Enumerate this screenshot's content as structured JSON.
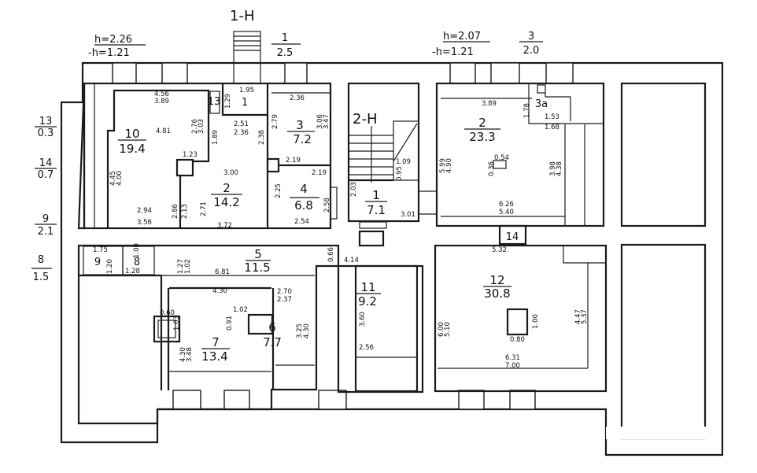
{
  "units": {
    "u1": "1-Н",
    "u2": "2-Н"
  },
  "heights": {
    "left": {
      "h": "h=2.26",
      "neg_h": "-h=1.21"
    },
    "right": {
      "h": "h=2.07",
      "neg_h": "-h=1.21"
    }
  },
  "outside": [
    {
      "num": "1",
      "area": "2.5"
    },
    {
      "num": "3",
      "area": "2.0"
    },
    {
      "num": "13",
      "area": "0.3"
    },
    {
      "num": "14",
      "area": "0.7"
    },
    {
      "num": "9",
      "area": "2.1"
    },
    {
      "num": "8",
      "area": "1.5"
    }
  ],
  "rooms": {
    "u1": [
      {
        "num": "1"
      },
      {
        "num": "2",
        "area": "14.2"
      },
      {
        "num": "3",
        "area": "7.2"
      },
      {
        "num": "4",
        "area": "6.8"
      },
      {
        "num": "5",
        "area": "11.5"
      },
      {
        "num": "6",
        "area": "7.7"
      },
      {
        "num": "7",
        "area": "13.4"
      },
      {
        "num": "8"
      },
      {
        "num": "9"
      },
      {
        "num": "10",
        "area": "19.4"
      },
      {
        "num": "11",
        "area": "9.2"
      },
      {
        "num": "12",
        "area": "30.8"
      },
      {
        "num": "13"
      },
      {
        "num": "14"
      }
    ],
    "u2": [
      {
        "num": "1",
        "area": "7.1"
      },
      {
        "num": "2",
        "area": "23.3"
      },
      {
        "num": "3а"
      }
    ]
  },
  "dims": [
    "1.95",
    "1.29",
    "4.56",
    "3.89",
    "4.81",
    "2.76",
    "3.03",
    "1.89",
    "2.51",
    "2.36",
    "2.38",
    "2.79",
    "2.36",
    "3.06",
    "3.47",
    "1.23",
    "3.00",
    "2.19",
    "2.19",
    "2.25",
    "2.58",
    "4.45",
    "4.00",
    "2.86",
    "2.13",
    "2.71",
    "2.94",
    "3.56",
    "3.72",
    "2.54",
    "3.89",
    "1.78",
    "1.53",
    "1.68",
    "5.99",
    "4.90",
    "0.36",
    "0.54",
    "3.98",
    "4.38",
    "6.26",
    "5.40",
    "1.09",
    "0.95",
    "2.03",
    "3.01",
    "5.32",
    "1.75",
    "1.20",
    "1.00",
    "1.28",
    "1.27",
    "1.02",
    "6.81",
    "4.30",
    "0.66",
    "4.14",
    "2.70",
    "2.37",
    "0.60",
    "1.03",
    "1.02",
    "0.91",
    "3.25",
    "4.30",
    "4.30",
    "3.48",
    "3.60",
    "2.56",
    "6.00",
    "5.10",
    "1.00",
    "0.80",
    "4.47",
    "5.37",
    "6.31",
    "7.00"
  ]
}
